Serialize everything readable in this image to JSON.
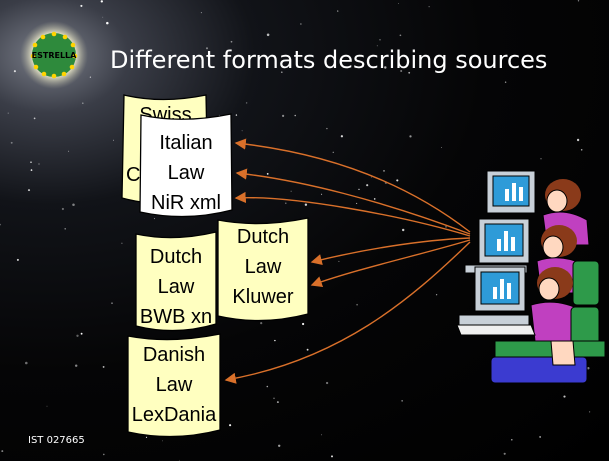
{
  "title": "Different formats describing sources",
  "logo_text": "ESTRELLA",
  "footer": "IST 027665",
  "documents": {
    "swiss": {
      "line1": "Swiss",
      "line2": "",
      "line3": "C"
    },
    "italian": {
      "line1": "Italian",
      "line2": "Law",
      "line3": "NiR xml"
    },
    "dutch_bwb": {
      "line1": "Dutch",
      "line2": "Law",
      "line3": "BWB xn"
    },
    "dutch_kluwer": {
      "line1": "Dutch",
      "line2": "Law",
      "line3": "Kluwer"
    },
    "danish": {
      "line1": "Danish",
      "line2": "Law",
      "line3": "LexDania"
    }
  },
  "icons": {
    "users": "computer-users-icon",
    "arrows": "arrow-icon"
  },
  "colors": {
    "background": "#000000",
    "doc_yellow": "#ffffc0",
    "doc_white": "#ffffff",
    "arrow": "#d9702a",
    "title": "#ffffff"
  }
}
